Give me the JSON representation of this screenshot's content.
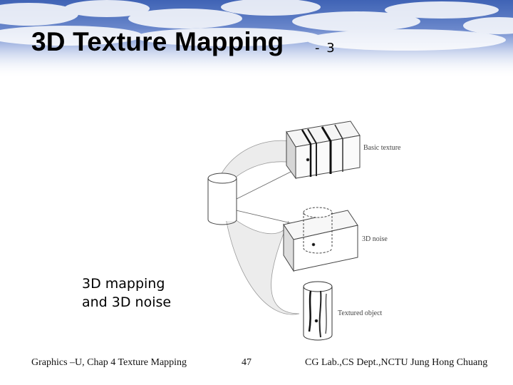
{
  "slide": {
    "title": "3D Texture Mapping",
    "title_suffix": "- 3",
    "caption": {
      "line1": "3D mapping",
      "line2": "and 3D noise"
    },
    "figure": {
      "labels": {
        "basic": "Basic texture",
        "noise": "3D noise",
        "textured": "Textured object"
      }
    },
    "footer": {
      "left": "Graphics –U,  Chap 4   Texture Mapping",
      "page": "47",
      "right": "CG Lab.,CS Dept.,NCTU  Jung Hong Chuang"
    }
  }
}
